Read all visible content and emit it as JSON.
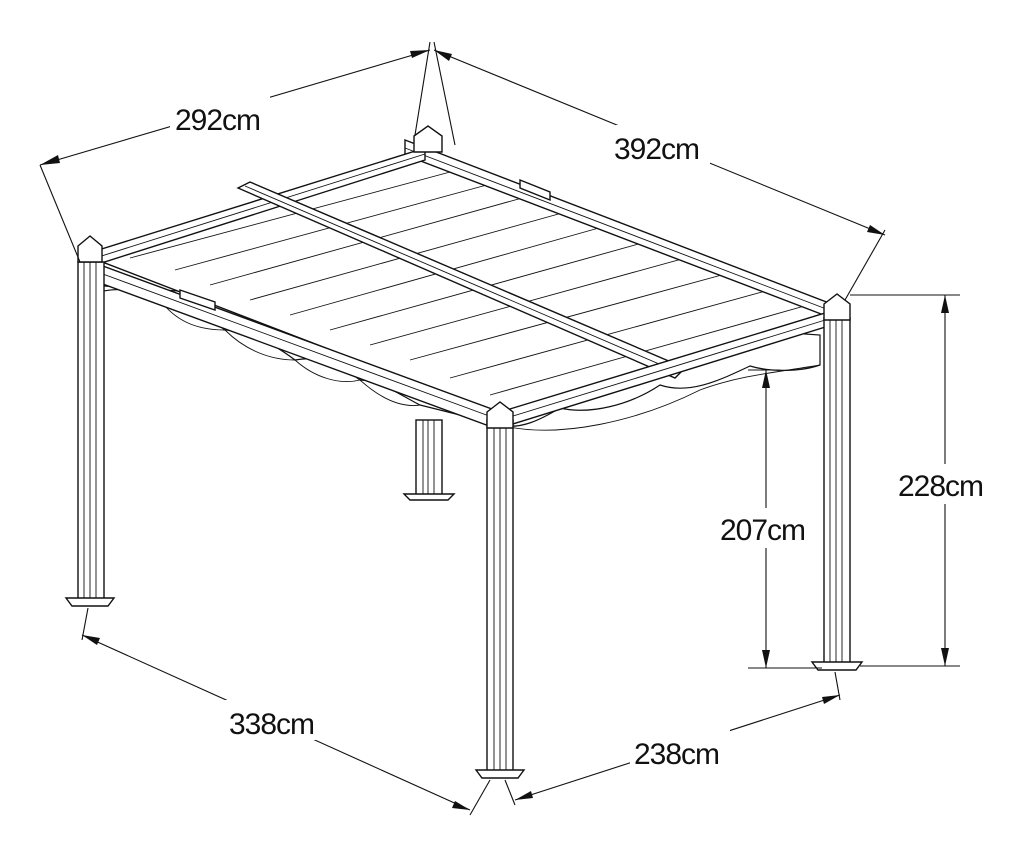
{
  "dimensions": {
    "top_left_width": "292cm",
    "top_right_length": "392cm",
    "bottom_left_length": "338cm",
    "bottom_right_width": "238cm",
    "clear_height": "207cm",
    "total_height": "228cm"
  },
  "colors": {
    "line": "#111111",
    "background": "#ffffff"
  }
}
